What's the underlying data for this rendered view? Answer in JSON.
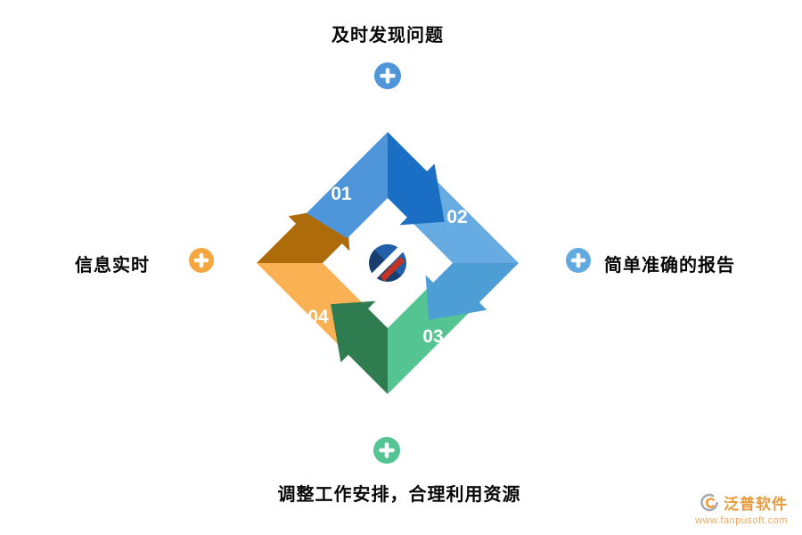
{
  "diagram": {
    "labels": {
      "top": "及时发现问题",
      "right": "简单准确的报告",
      "bottom": "调整工作安排，合理利用资源",
      "left": "信息实时"
    },
    "steps": [
      {
        "number": "01",
        "tail_color": "#4E96D9",
        "head_color": "#1A6FC4"
      },
      {
        "number": "02",
        "tail_color": "#66ACE2",
        "head_color": "#4D9ED4"
      },
      {
        "number": "03",
        "tail_color": "#53C492",
        "head_color": "#2E7C50"
      },
      {
        "number": "04",
        "tail_color": "#F9B154",
        "head_color": "#AE6B09"
      }
    ],
    "markers": {
      "top": "#4E96D9",
      "right": "#61AAE0",
      "bottom": "#53C492",
      "left": "#F4A73E"
    }
  },
  "logo": {
    "navy": "#173E6E",
    "blue": "#2160A6",
    "red": "#C23225",
    "white": "#ffffff"
  },
  "watermark": {
    "brand": "泛普软件",
    "url": "www.fanpusoft.com",
    "brand_color": "#E8993B",
    "url_color": "#F0A95B"
  }
}
